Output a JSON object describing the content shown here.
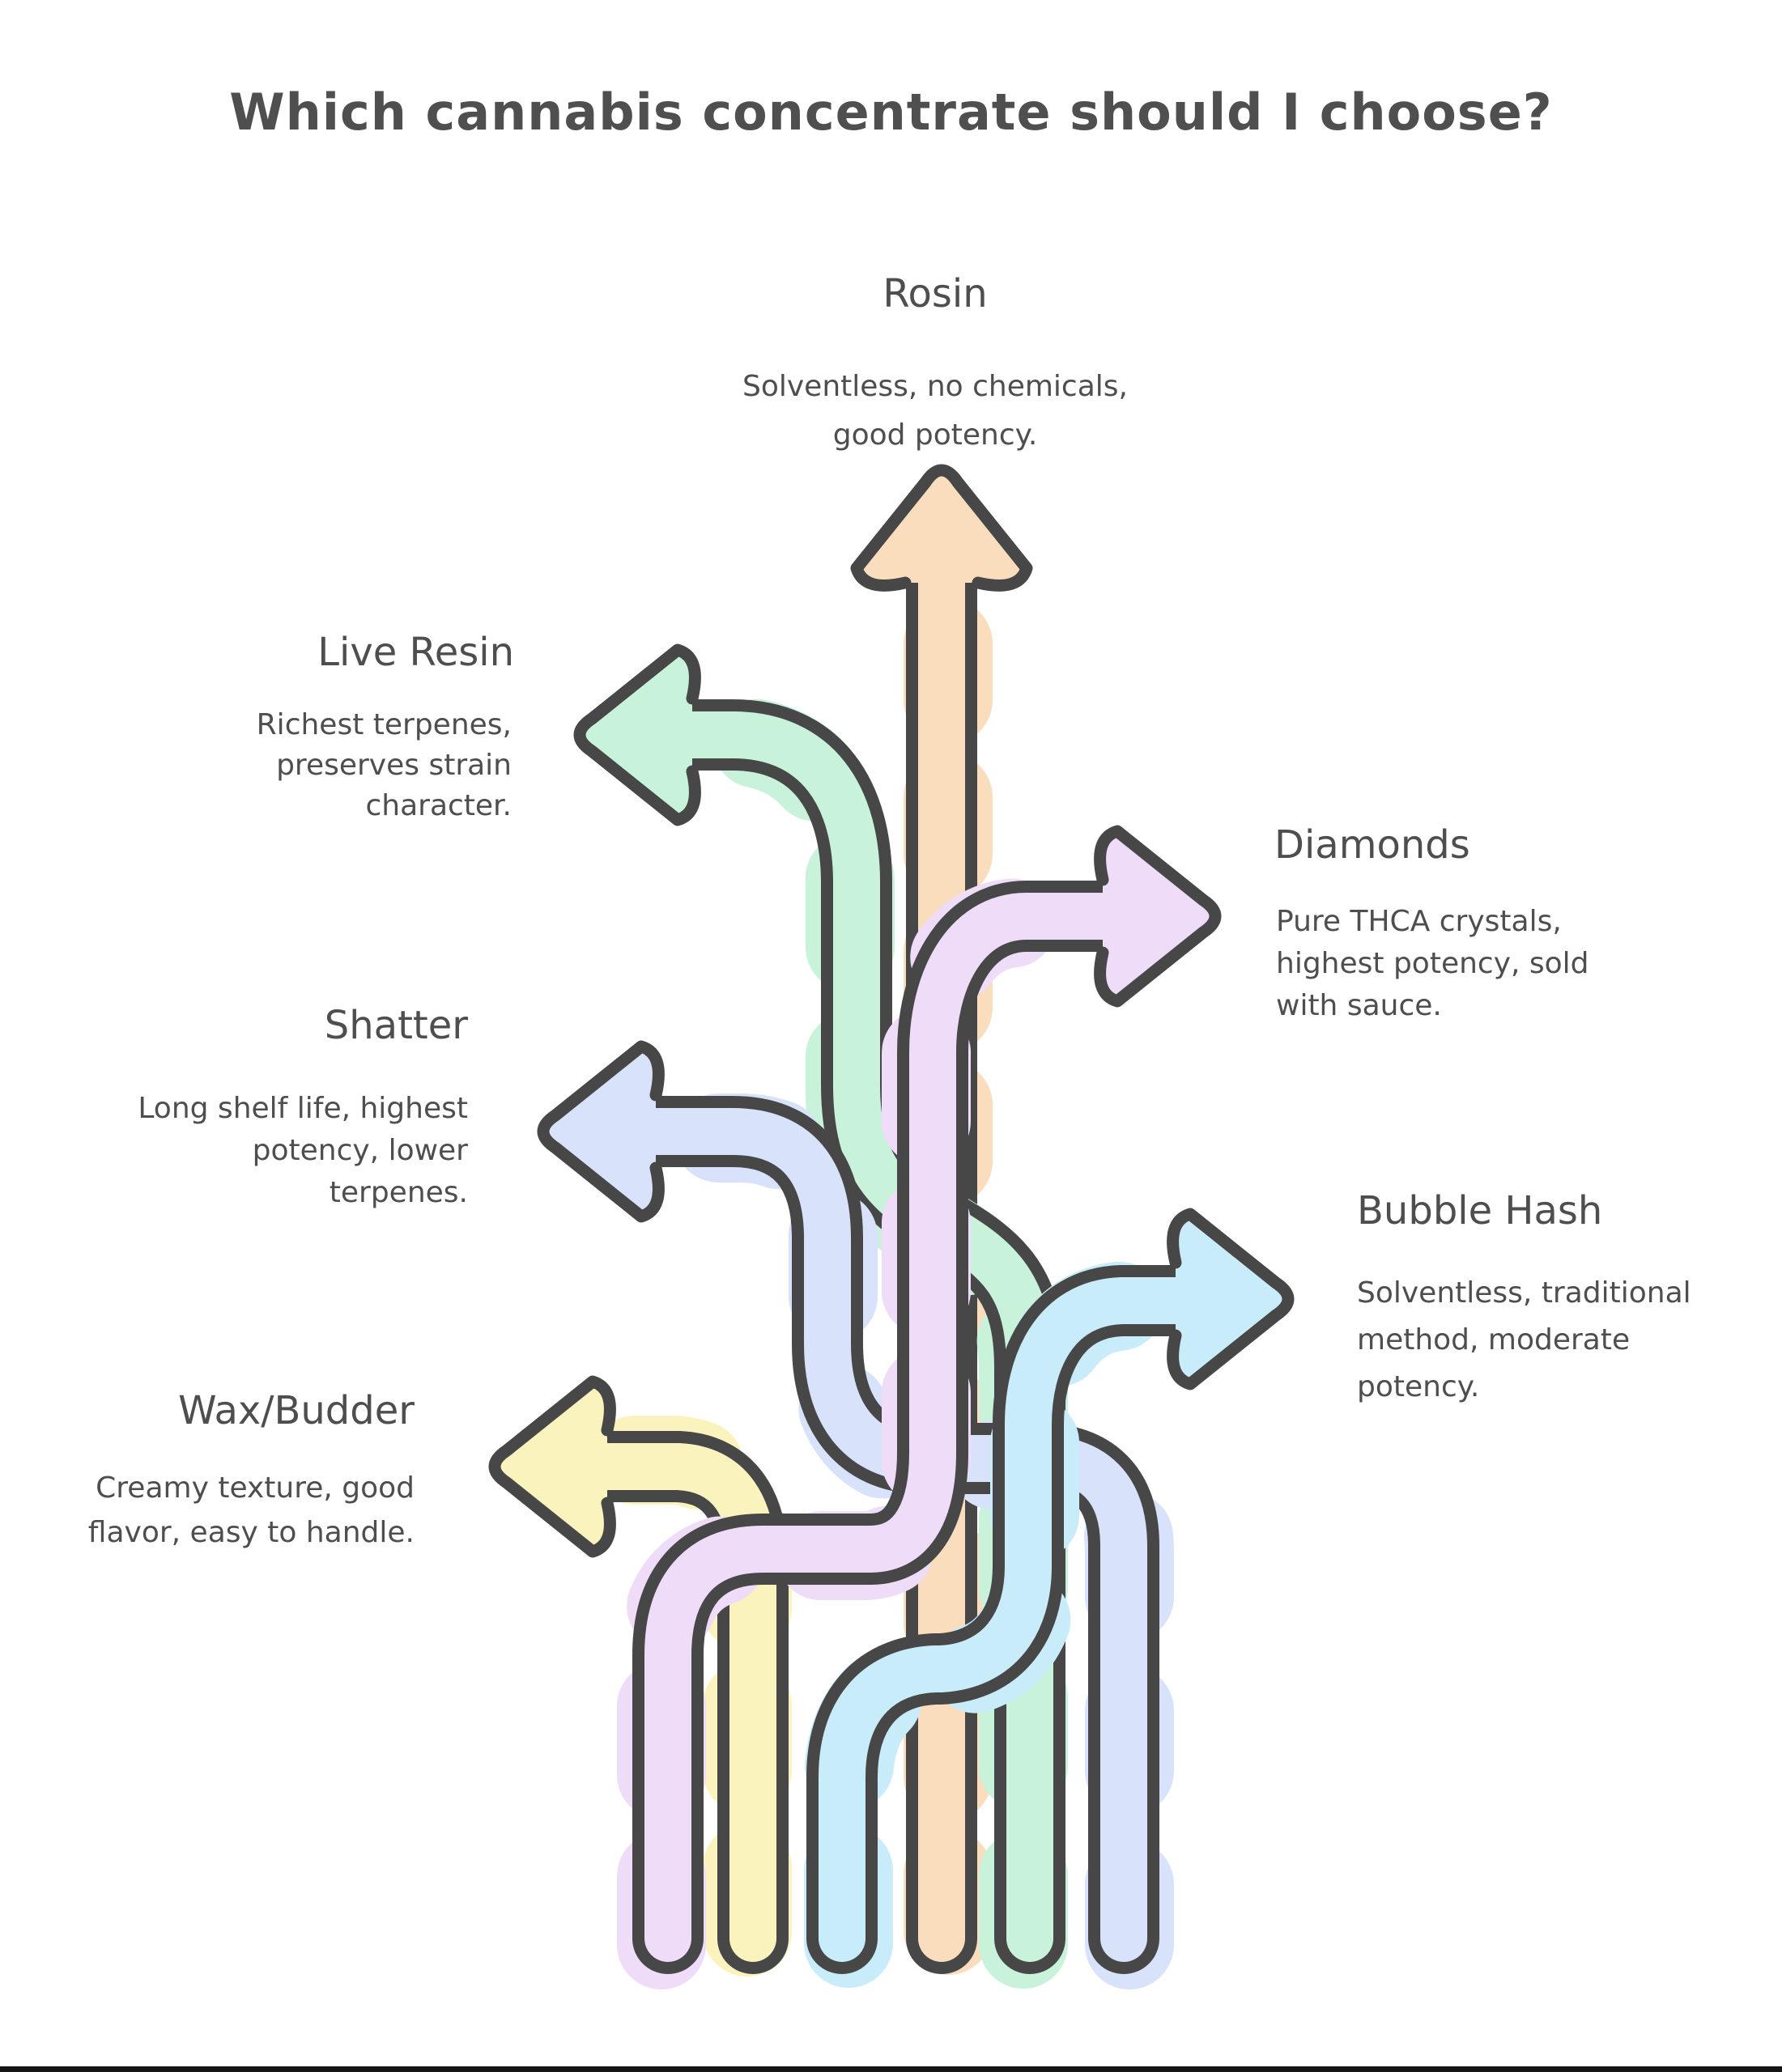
{
  "title": "Which cannabis concentrate should I choose?",
  "colors": {
    "ink": "#474747",
    "text": "#4e4e4e",
    "background": "#ffffff"
  },
  "nodes": [
    {
      "name": "Rosin",
      "direction": "up",
      "color": "#f9ddbd",
      "desc": [
        "Solventless, no chemicals,",
        "good potency."
      ]
    },
    {
      "name": "Live Resin",
      "direction": "left",
      "color": "#c8f2d9",
      "desc": [
        "Richest terpenes,",
        "preserves strain",
        "character."
      ]
    },
    {
      "name": "Shatter",
      "direction": "left",
      "color": "#d8e2fa",
      "desc": [
        "Long shelf life, highest",
        "potency, lower",
        "terpenes."
      ]
    },
    {
      "name": "Wax/Budder",
      "direction": "left",
      "color": "#faf3bd",
      "desc": [
        "Creamy texture, good",
        "flavor, easy to handle."
      ]
    },
    {
      "name": "Bubble Hash",
      "direction": "right",
      "color": "#c9ecfa",
      "desc": [
        "Solventless, traditional",
        "method, moderate",
        "potency."
      ]
    },
    {
      "name": "Diamonds",
      "direction": "right",
      "color": "#eedcf8",
      "desc": [
        "Pure THCA crystals,",
        "highest potency, sold",
        "with sauce."
      ]
    }
  ]
}
